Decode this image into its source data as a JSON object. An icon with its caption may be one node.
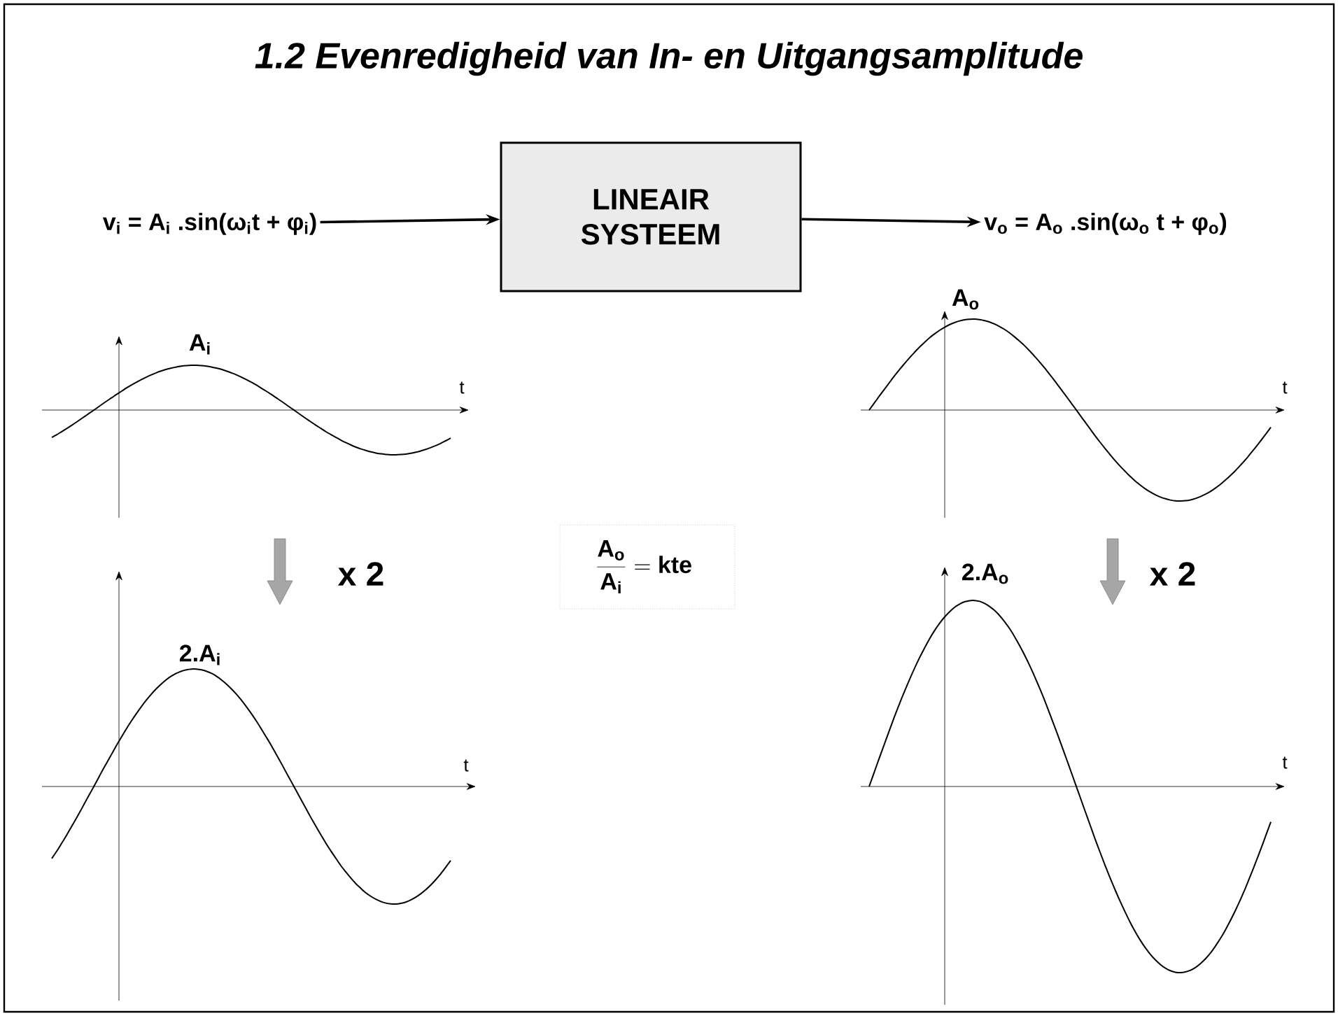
{
  "diagram": {
    "title": "1.2 Evenredigheid van In- en Uitgangsamplitude",
    "nodes": [
      {
        "text": [
          "v$_{i}$ = A$_{i}$ .sin(ω$_{i}$t + φ$_{i}$)"
        ]
      },
      {
        "text": [
          "LINEAIR SYSTEEM"
        ]
      },
      {
        "text": [
          "v$_{o}$ = A$_{o}$ .sin(ω$_{o}$ t + φ$_{o}$)"
        ]
      }
    ],
    "edges": [
      {
        "from": 0,
        "to": 1,
        "arrow": "to"
      },
      {
        "from": 1,
        "to": 2,
        "arrow": "to"
      }
    ],
    "labels": [
      "A$_{i}$",
      "t",
      "A$_{o}$",
      "t",
      "x 2",
      "\\frac{\\mathbf{A_o}}{\\mathbf{A_i}} = \\mathbf{kte}",
      "x 2",
      "2.A$_{i}$",
      "t",
      "2.A$_{o}$",
      "t"
    ]
  }
}
